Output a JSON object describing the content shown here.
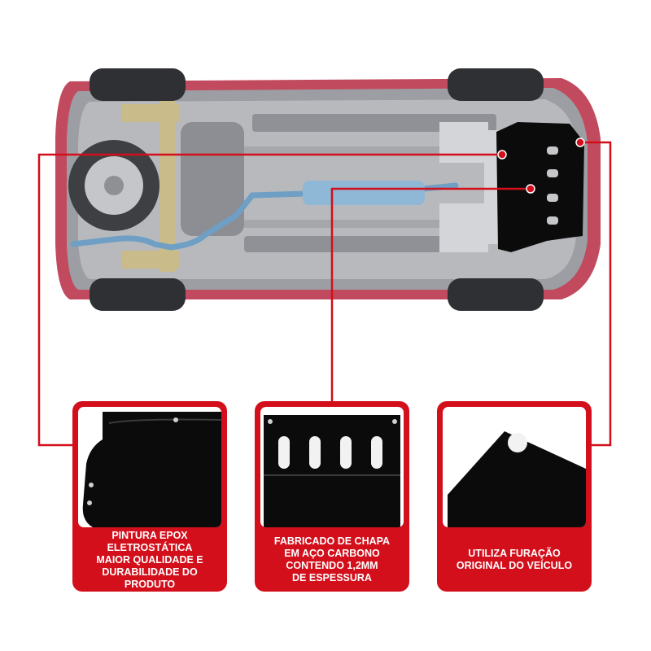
{
  "product_image": {
    "subject": "car-underbody-with-engine-guard"
  },
  "colors": {
    "accent_red": "#d20f1b",
    "car_body": "#c14a5e",
    "plate_black": "#0b0b0b",
    "caption_text": "#ffffff"
  },
  "features": [
    {
      "caption": "PINTURA EPOX\nELETROSTÁTICA\nMAIOR QUALIDADE E\nDURABILIDADE DO PRODUTO"
    },
    {
      "caption": "FABRICADO DE CHAPA\nEM AÇO CARBONO\nCONTENDO 1,2MM\nDE ESPESSURA"
    },
    {
      "caption": "UTILIZA FURAÇÃO\nORIGINAL DO VEÍCULO"
    }
  ]
}
